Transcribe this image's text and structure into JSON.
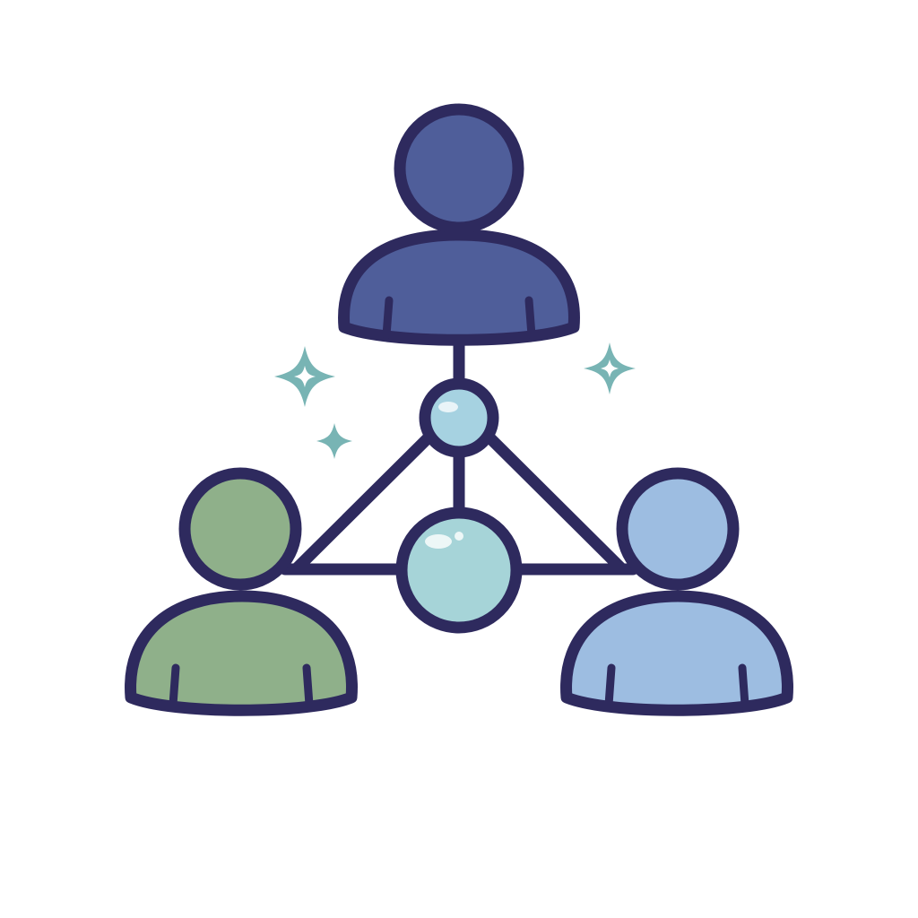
{
  "illustration": {
    "icon": "team-network-icon",
    "colors": {
      "outline": "#2e2a5e",
      "person_top": "#4f5e9a",
      "person_left": "#8fb08a",
      "person_right": "#9dbde1",
      "node_top": "#a6d2e1",
      "node_center": "#a6d4d8",
      "sparkle": "#78b4b4",
      "background": "#ffffff"
    },
    "people": [
      {
        "name": "person-top",
        "icon": "user-icon"
      },
      {
        "name": "person-left",
        "icon": "user-icon"
      },
      {
        "name": "person-right",
        "icon": "user-icon"
      }
    ],
    "nodes": [
      {
        "name": "node-top",
        "icon": "circle-node-icon"
      },
      {
        "name": "node-center",
        "icon": "circle-node-icon"
      }
    ],
    "sparkles": [
      {
        "name": "sparkle-large-left",
        "icon": "sparkle-icon"
      },
      {
        "name": "sparkle-small-left",
        "icon": "sparkle-icon"
      },
      {
        "name": "sparkle-right",
        "icon": "sparkle-icon"
      }
    ]
  }
}
